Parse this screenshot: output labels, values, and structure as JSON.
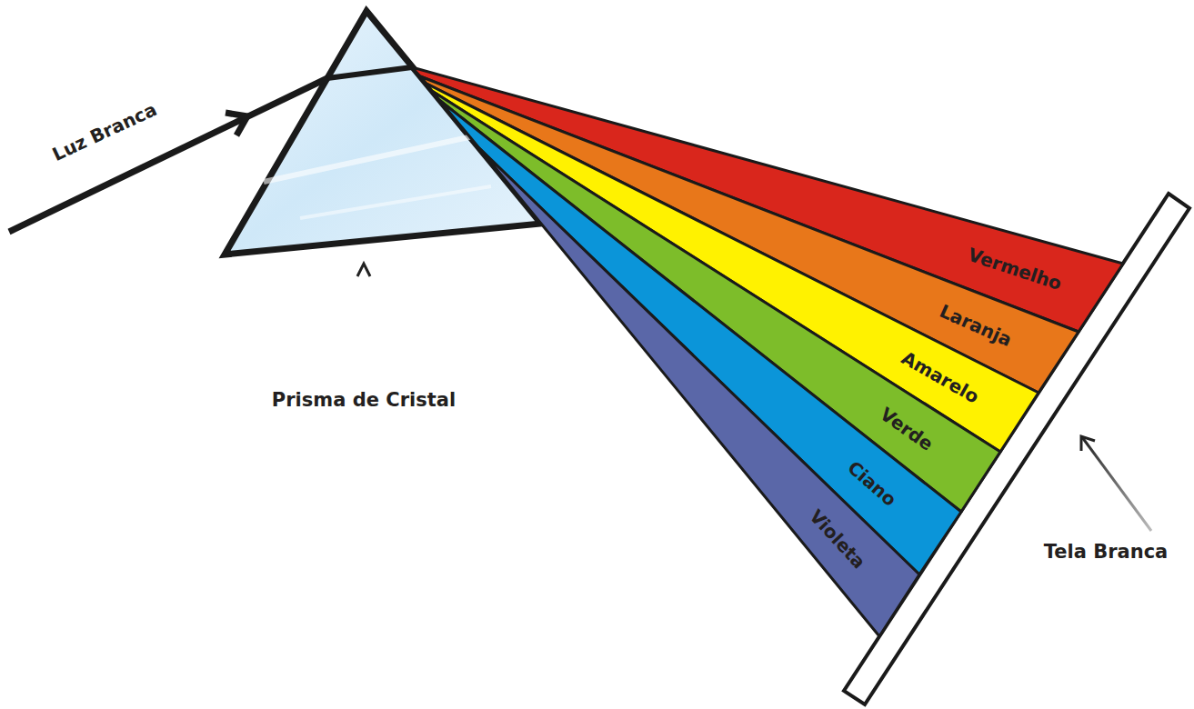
{
  "diagram": {
    "nodes": [
      {
        "text": [
          "Vermelho"
        ]
      },
      {
        "text": [
          "Laranja"
        ]
      },
      {
        "text": [
          "Amarelo"
        ]
      },
      {
        "text": [
          "Verde"
        ]
      },
      {
        "text": [
          "Ciano"
        ]
      },
      {
        "text": [
          "Violeta"
        ]
      }
    ],
    "labels": [
      "Luz Branca",
      "Prisma de Cristal",
      "Tela Branca"
    ]
  }
}
